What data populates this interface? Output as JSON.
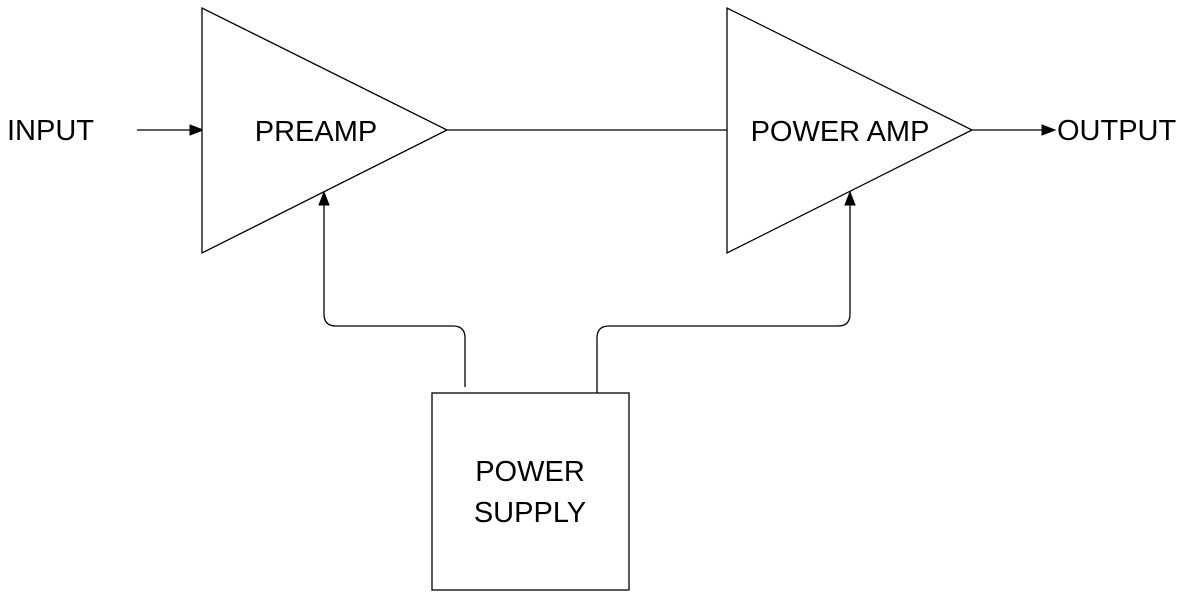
{
  "diagram": {
    "input_label": "INPUT",
    "output_label": "OUTPUT",
    "preamp_label": "PREAMP",
    "power_amp_label": "POWER AMP",
    "power_supply_line1": "POWER",
    "power_supply_line2": "SUPPLY"
  },
  "colors": {
    "stroke": "#000000",
    "background": "#ffffff"
  }
}
